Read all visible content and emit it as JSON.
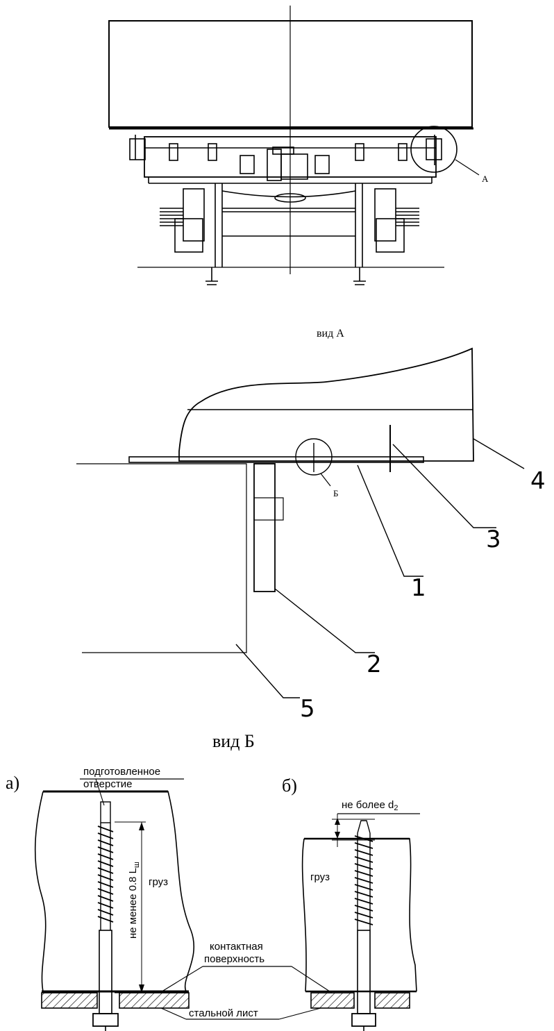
{
  "top_view": {
    "callout_letter": "А"
  },
  "view_a": {
    "title": "вид А",
    "callouts": {
      "detail_b": "Б",
      "n1": "1",
      "n2": "2",
      "n3": "3",
      "n4": "4",
      "n5": "5"
    }
  },
  "view_b": {
    "title": "вид Б",
    "variant_a": {
      "label": "а)",
      "hole_label_line1": "подготовленное",
      "hole_label_line2": "отверстие",
      "depth_label": "не менее 0.8 L",
      "depth_subscript": "ш",
      "cargo_label": "груз"
    },
    "variant_b": {
      "label": "б)",
      "protrusion_label": "не более d",
      "protrusion_subscript": "2",
      "cargo_label": "груз"
    },
    "contact_label_line1": "контактная",
    "contact_label_line2": "поверхность",
    "steel_sheet_label": "стальной лист"
  },
  "colors": {
    "line": "#000000",
    "background": "#ffffff"
  }
}
